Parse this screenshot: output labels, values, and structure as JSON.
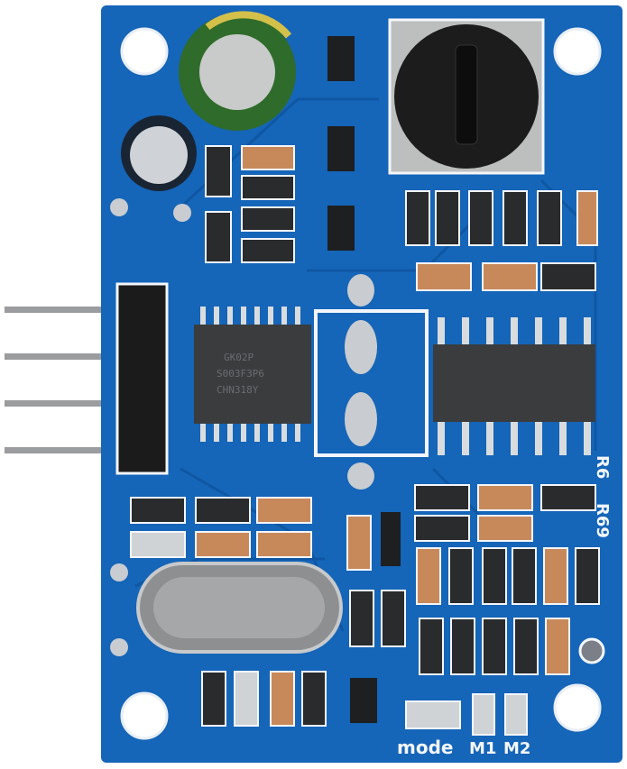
{
  "board": {
    "labels": {
      "mode": "mode",
      "m1": "M1",
      "m2": "M2",
      "r6": "R6",
      "r69": "R69"
    },
    "mcu_marking": [
      "GK02P",
      "S003F3P6",
      "CHN318Y"
    ],
    "colors": {
      "pcb": "#1565b8",
      "silkscreen": "#f4f6fa",
      "ic": "#3a3c3e",
      "pad": "#c9ccd0"
    }
  }
}
